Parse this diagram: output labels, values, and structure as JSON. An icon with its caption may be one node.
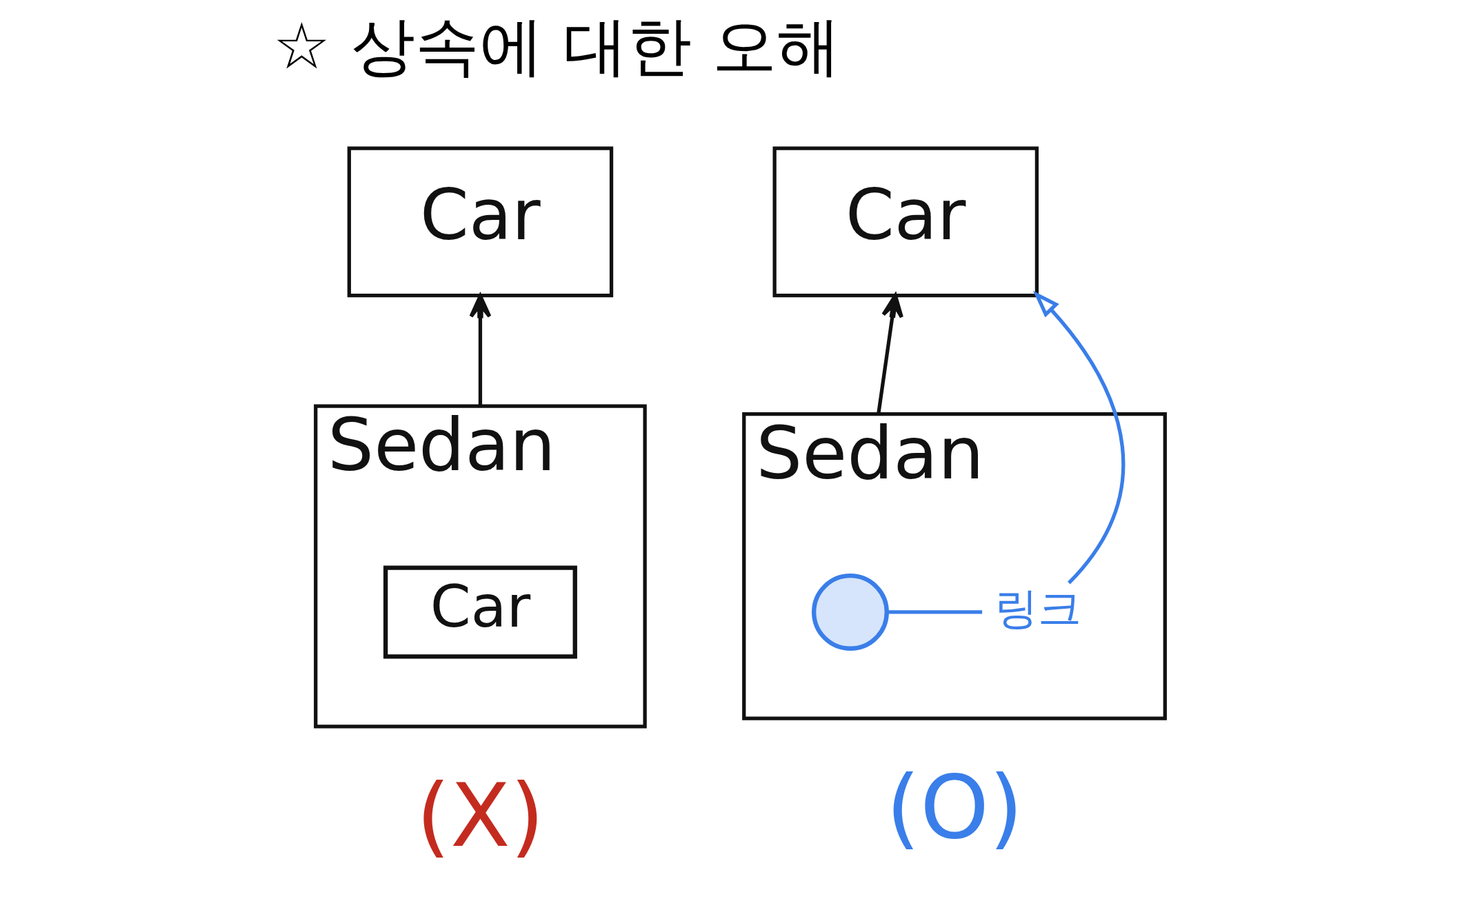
{
  "diagram": {
    "title": "☆ 상속에 대한 오해",
    "nodes": [
      {
        "text": [
          "Car"
        ]
      },
      {
        "text": [
          "Sedan"
        ]
      },
      {
        "text": [
          "Car"
        ],
        "in": 1
      },
      {
        "text": [
          "Car"
        ]
      },
      {
        "text": [
          "Sedan"
        ]
      },
      {
        "text": [],
        "shape": "circle",
        "in": 4
      },
      {
        "text": [
          "링크"
        ],
        "in": 4
      }
    ],
    "edges": [
      {
        "from": 1,
        "to": 0,
        "arrow": "to"
      },
      {
        "from": 4,
        "to": 3,
        "arrow": "to"
      },
      {
        "from": 5,
        "to": 6,
        "arrow": "none",
        "color": "#3a7ee9"
      },
      {
        "from": 6,
        "to": 3,
        "arrow": "to",
        "color": "#3a7ee9"
      }
    ],
    "labels": [
      "(X)",
      "(O)"
    ]
  }
}
